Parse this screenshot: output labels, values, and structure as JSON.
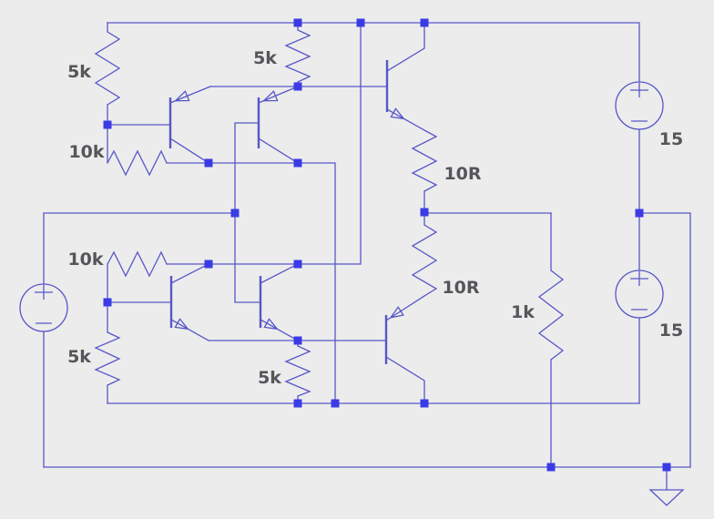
{
  "app": {
    "title": "circuit-schematic",
    "background": "#ececec"
  },
  "colors": {
    "background": "#ececec",
    "wire": "#5757c8",
    "junction": "#3b3be6",
    "label": "#55555a"
  },
  "components": {
    "r_top_left": {
      "type": "resistor",
      "value": "5k"
    },
    "r_mid_top": {
      "type": "resistor",
      "value": "5k"
    },
    "r_fb_top": {
      "type": "resistor",
      "value": "10k"
    },
    "r_fb_bottom": {
      "type": "resistor",
      "value": "10k"
    },
    "r_bottom_left": {
      "type": "resistor",
      "value": "5k"
    },
    "r_mid_bottom": {
      "type": "resistor",
      "value": "5k"
    },
    "r_out_top": {
      "type": "resistor",
      "value": "10R"
    },
    "r_out_bottom": {
      "type": "resistor",
      "value": "10R"
    },
    "r_load": {
      "type": "resistor",
      "value": "1k"
    },
    "v_supply_top": {
      "type": "dc-voltage-source",
      "value": "15"
    },
    "v_supply_bottom": {
      "type": "dc-voltage-source",
      "value": "15"
    },
    "v_input": {
      "type": "dc-voltage-source",
      "value": ""
    },
    "q1": {
      "type": "pnp-transistor"
    },
    "q2": {
      "type": "pnp-transistor"
    },
    "q3": {
      "type": "npn-transistor"
    },
    "q4": {
      "type": "npn-transistor"
    },
    "q5": {
      "type": "npn-transistor"
    },
    "q6": {
      "type": "pnp-transistor"
    },
    "ground": {
      "type": "ground"
    }
  }
}
